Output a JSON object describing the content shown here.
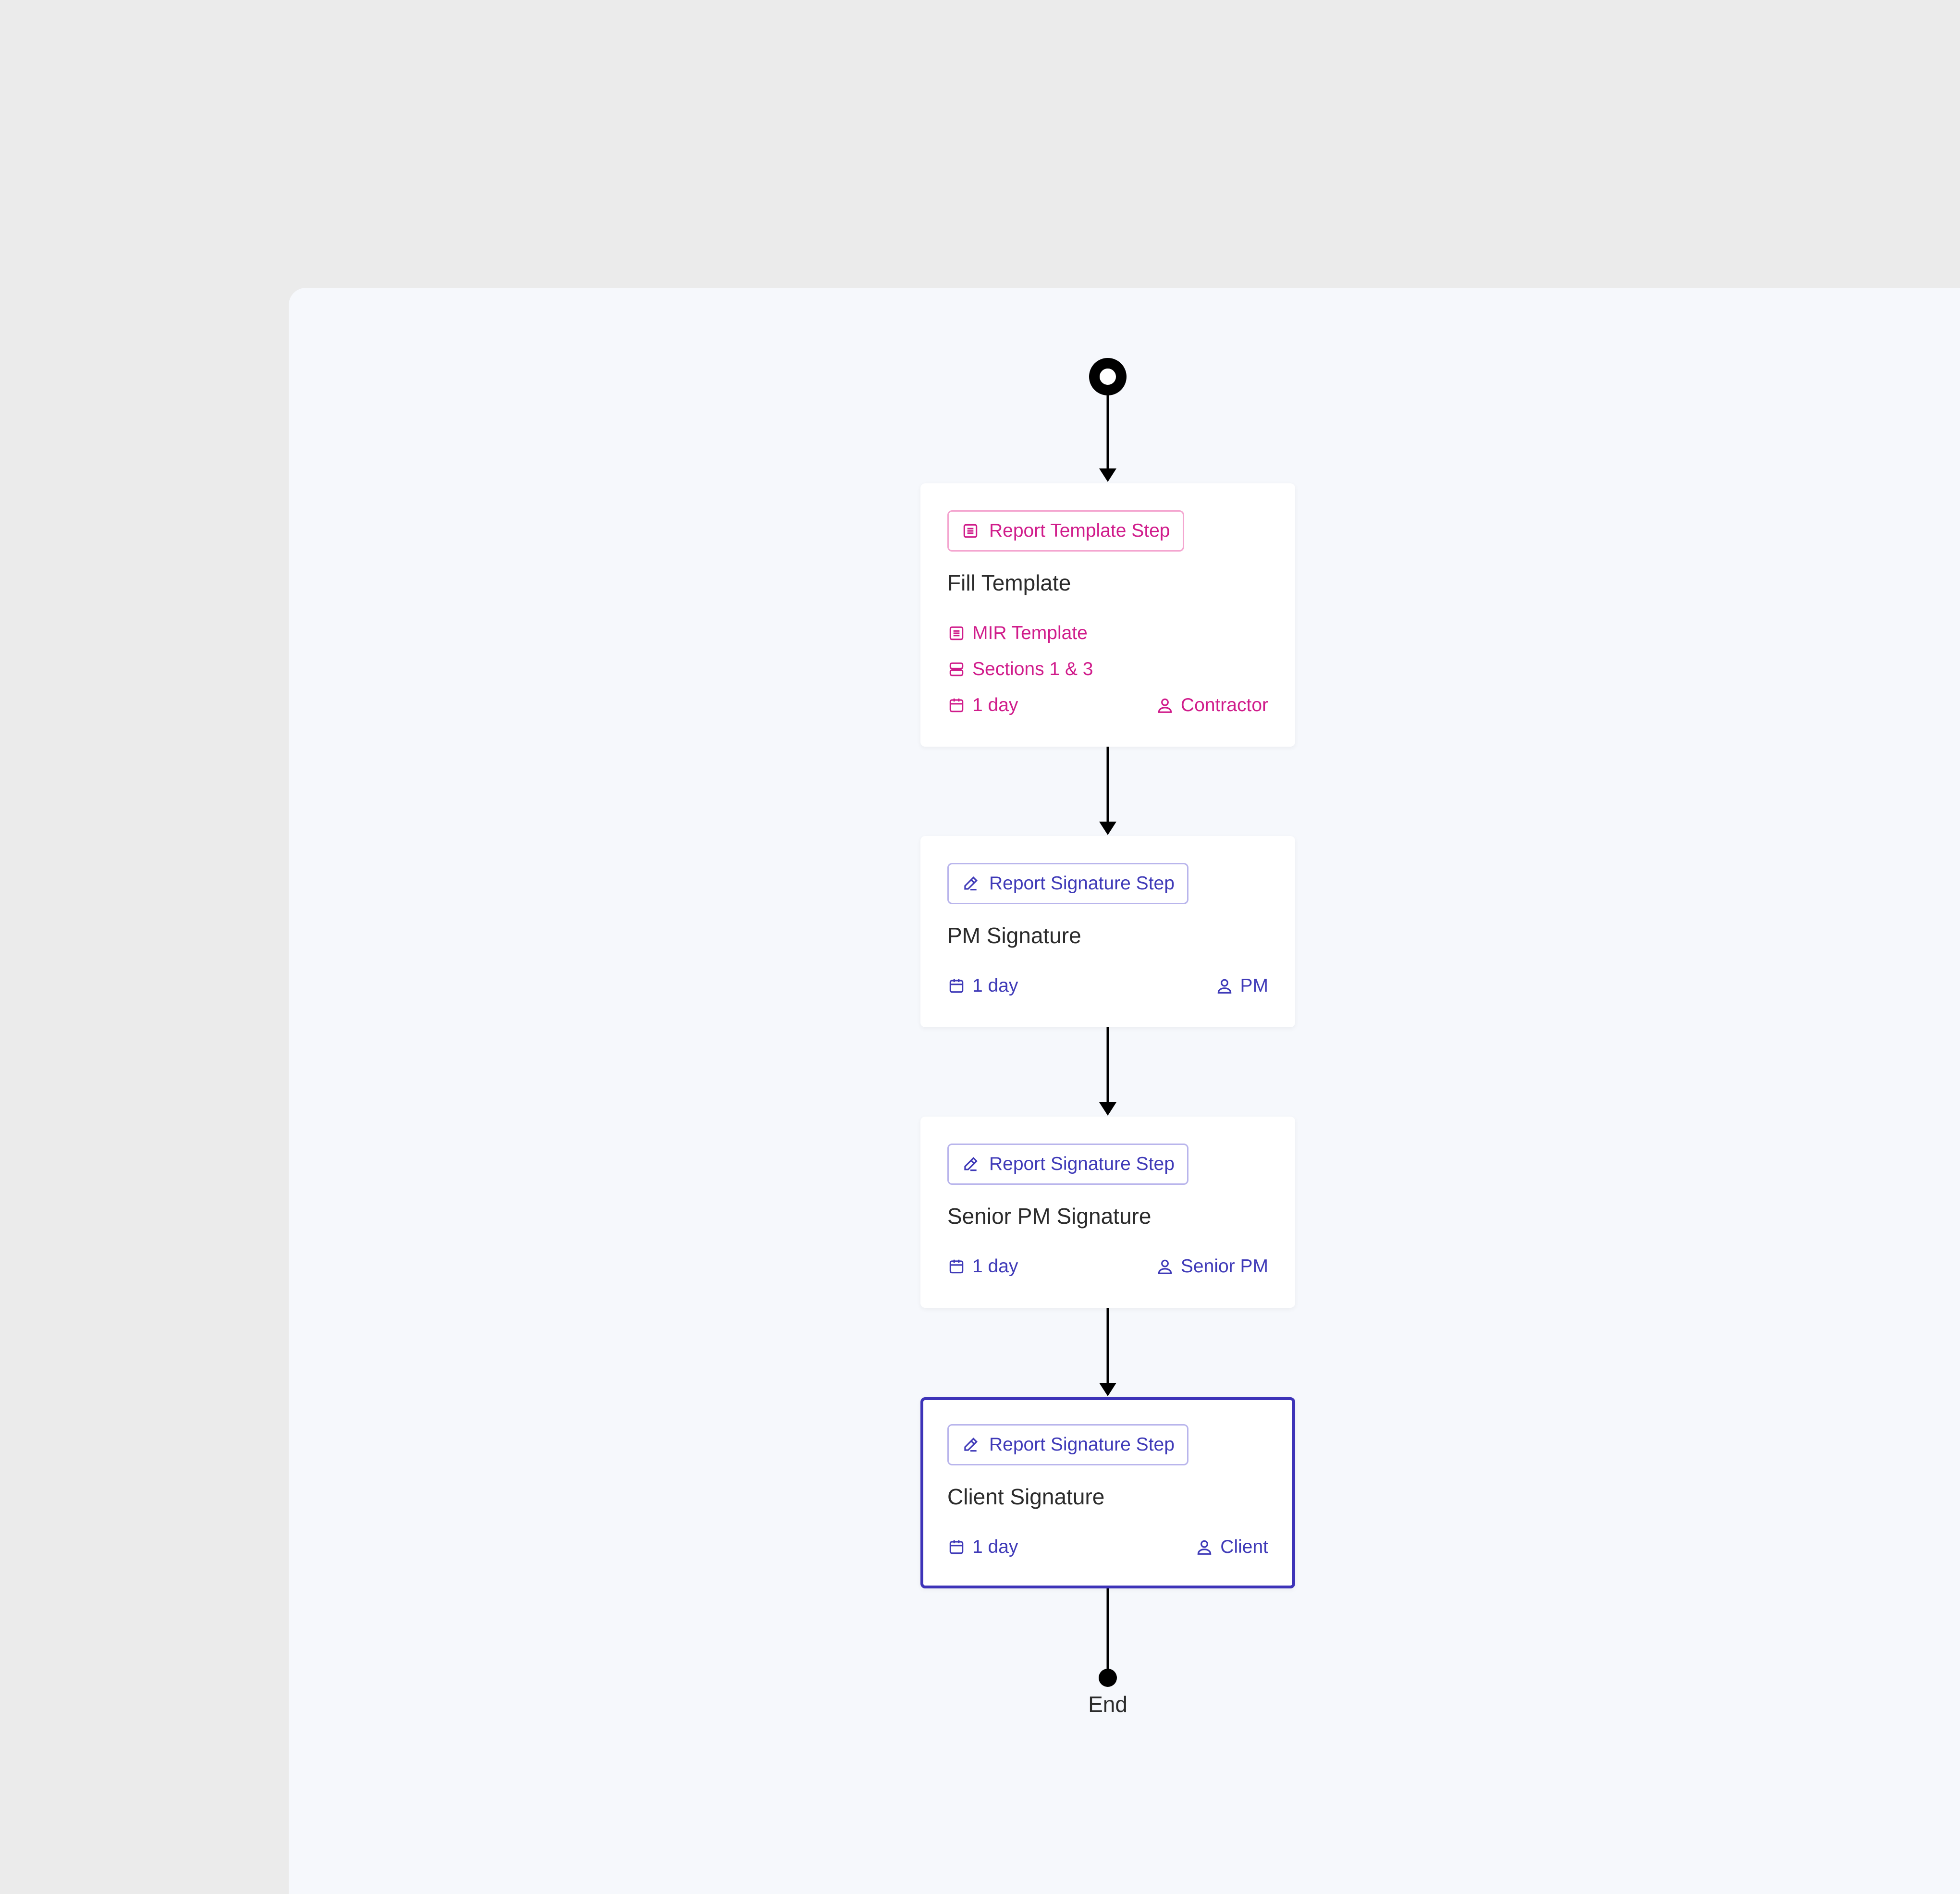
{
  "steps": [
    {
      "badge": "Report Template Step",
      "title": "Fill Template",
      "template": "MIR Template",
      "sections": "Sections 1 & 3",
      "duration": "1 day",
      "assignee": "Contractor"
    },
    {
      "badge": "Report Signature Step",
      "title": "PM Signature",
      "duration": "1 day",
      "assignee": "PM"
    },
    {
      "badge": "Report Signature Step",
      "title": "Senior PM Signature",
      "duration": "1 day",
      "assignee": "Senior PM"
    },
    {
      "badge": "Report Signature Step",
      "title": "Client Signature",
      "duration": "1 day",
      "assignee": "Client"
    }
  ],
  "end_label": "End",
  "colors": {
    "template_accent": "#d01c8b",
    "signature_accent": "#3f3ab8",
    "selected_border": "#3d33b8",
    "canvas_bg": "#f6f8fc",
    "page_bg": "#ebebeb"
  },
  "icons": {
    "template_badge": "list-icon",
    "signature_badge": "pen-icon",
    "template_field": "list-icon",
    "sections_field": "stack-icon",
    "duration": "calendar-icon",
    "assignee": "user-icon"
  }
}
